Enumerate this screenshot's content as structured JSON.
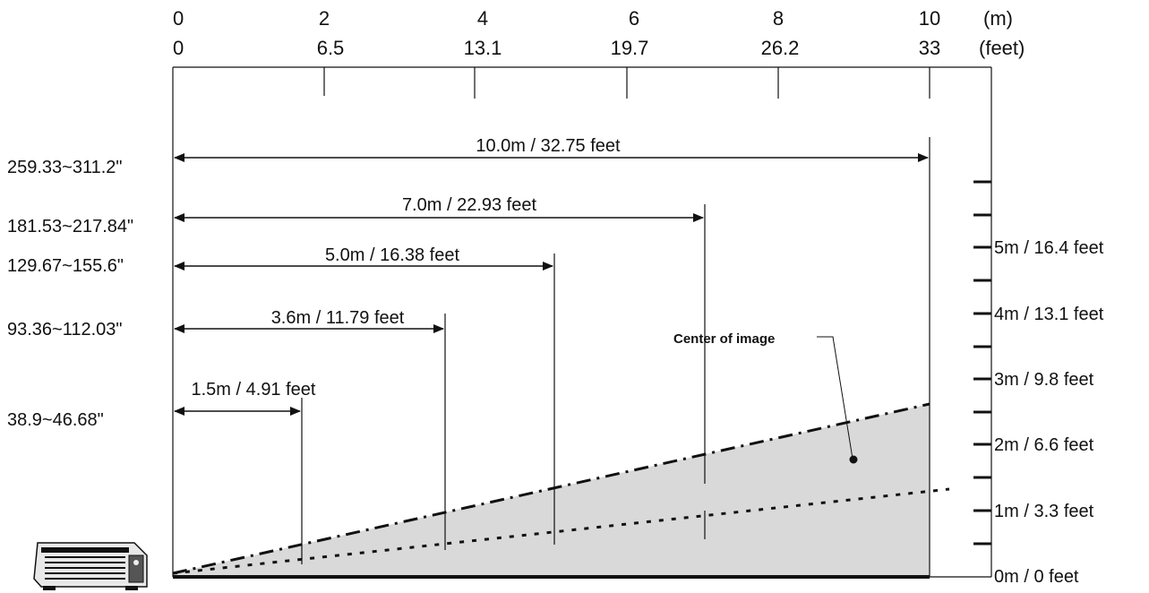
{
  "scale": {
    "meters": [
      "0",
      "2",
      "4",
      "6",
      "8",
      "10"
    ],
    "feet": [
      "0",
      "6.5",
      "13.1",
      "19.7",
      "26.2",
      "33"
    ],
    "unit_m": "(m)",
    "unit_ft": "(feet)"
  },
  "distances": [
    {
      "label": "10.0m / 32.75 feet",
      "meters": 10.0,
      "image_size": "259.33~311.2\""
    },
    {
      "label": "7.0m / 22.93 feet",
      "meters": 7.0,
      "image_size": "181.53~217.84\""
    },
    {
      "label": "5.0m / 16.38 feet",
      "meters": 5.0,
      "image_size": "129.67~155.6\""
    },
    {
      "label": "3.6m / 11.79 feet",
      "meters": 3.6,
      "image_size": "93.36~112.03\""
    },
    {
      "label": "1.5m / 4.91 feet",
      "meters": 1.5,
      "image_size": "38.9~46.68\""
    }
  ],
  "height_scale": [
    "0m / 0 feet",
    "1m / 3.3 feet",
    "2m / 6.6 feet",
    "3m / 9.8 feet",
    "4m / 13.1 feet",
    "5m / 16.4 feet"
  ],
  "annotation": "Center of image",
  "colors": {
    "beam_fill": "#d9d9d9",
    "lines": "#111111"
  }
}
